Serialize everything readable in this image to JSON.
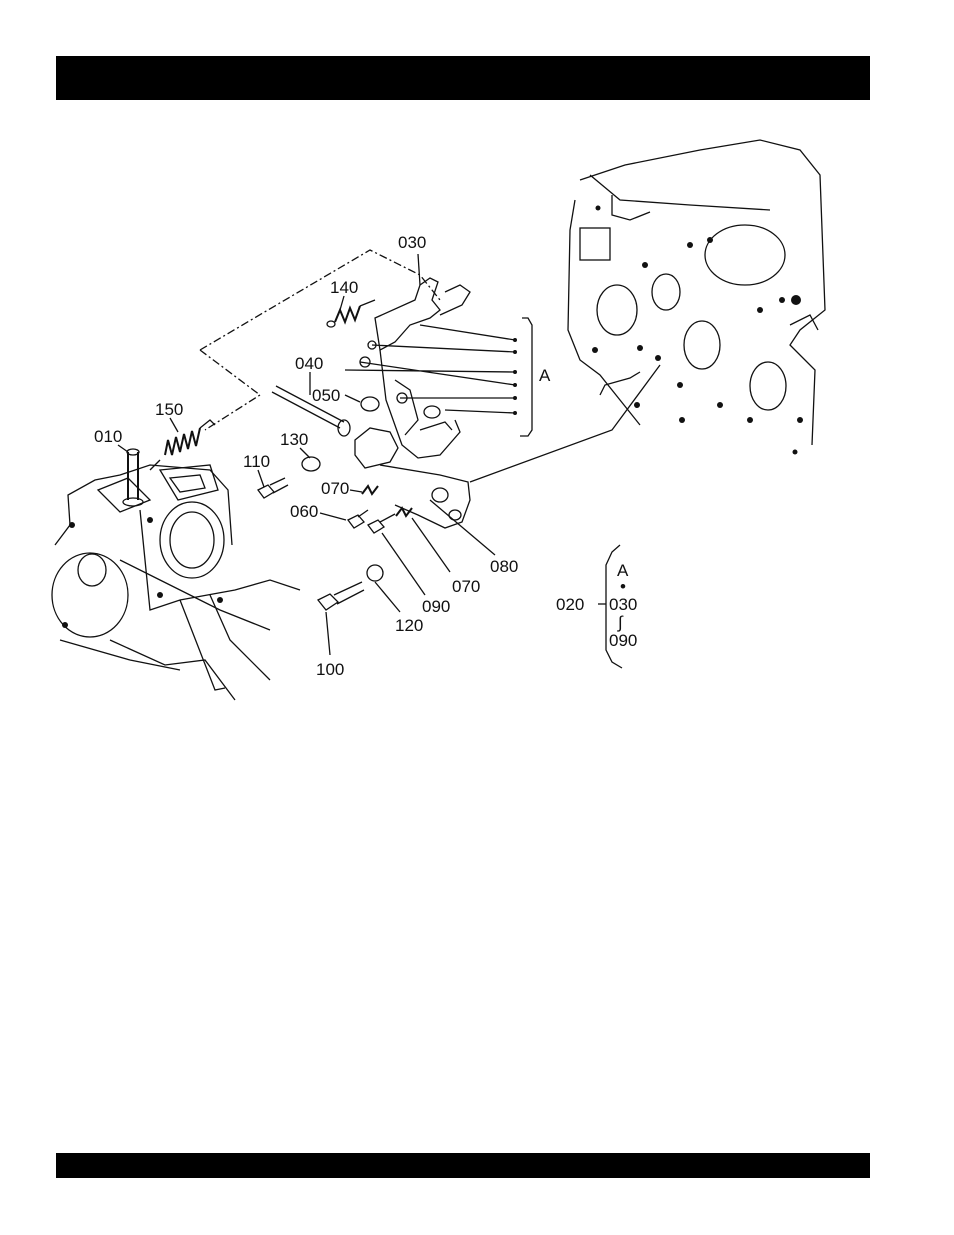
{
  "parts": {
    "p010": "010",
    "p020": "020",
    "p030": "030",
    "p030b": "030",
    "p040": "040",
    "p050": "050",
    "p060": "060",
    "p070a": "070",
    "p070b": "070",
    "p080": "080",
    "p090a": "090",
    "p090b": "090",
    "p100": "100",
    "p110": "110",
    "p120": "120",
    "p130": "130",
    "p140": "140",
    "p150": "150"
  },
  "groups": {
    "a_bracket": "A",
    "a_legend": "A",
    "legend_dot": "•",
    "legend_range": "∫"
  }
}
